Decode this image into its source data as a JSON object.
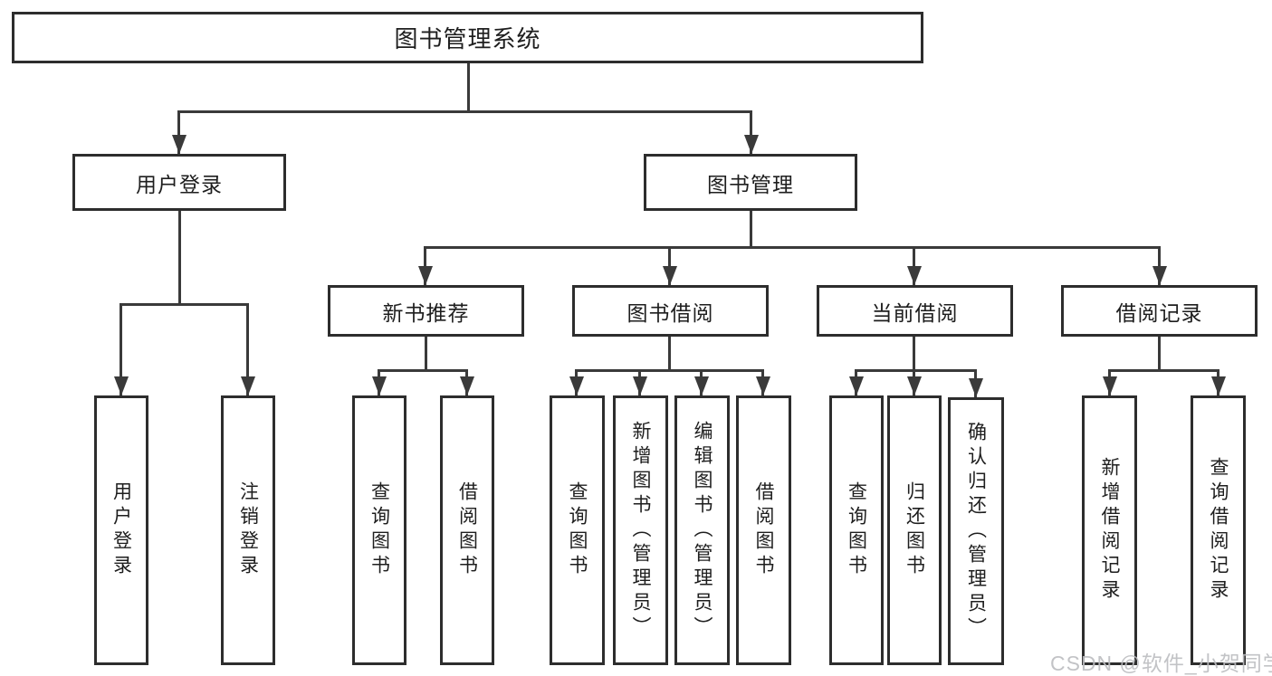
{
  "diagram_title": "图书管理系统",
  "tree": {
    "root": {
      "label": "图书管理系统"
    },
    "login": {
      "label": "用户登录",
      "children": [
        {
          "label": "用户登录"
        },
        {
          "label": "注销登录"
        }
      ]
    },
    "mgmt": {
      "label": "图书管理",
      "groups": [
        {
          "label": "新书推荐",
          "children": [
            {
              "label": "查询图书"
            },
            {
              "label": "借阅图书"
            }
          ]
        },
        {
          "label": "图书借阅",
          "children": [
            {
              "label": "查询图书"
            },
            {
              "label": "新增图书（管理员）"
            },
            {
              "label": "编辑图书（管理员）"
            },
            {
              "label": "借阅图书"
            }
          ]
        },
        {
          "label": "当前借阅",
          "children": [
            {
              "label": "查询图书"
            },
            {
              "label": "归还图书"
            },
            {
              "label": "确认归还（管理员）"
            }
          ]
        },
        {
          "label": "借阅记录",
          "children": [
            {
              "label": "新增借阅记录"
            },
            {
              "label": "查询借阅记录"
            }
          ]
        }
      ]
    }
  },
  "watermark": {
    "text": "CSDN @软件_小贺同学"
  },
  "colors": {
    "line": "#3a3a3a",
    "box_border": "#2d2d2d",
    "text": "#1e1e1e",
    "watermark": "#bcbdc0",
    "background": "#ffffff"
  }
}
